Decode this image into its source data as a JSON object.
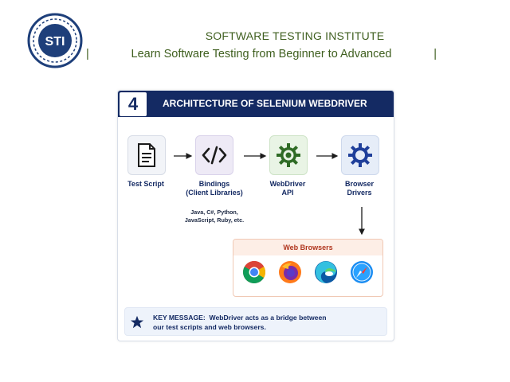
{
  "header": {
    "logo_text": "STI",
    "title": "SOFTWARE TESTING INSTITUTE",
    "tagline": "Learn Software Testing from Beginner to Advanced",
    "separator_left": "|",
    "separator_right": "|"
  },
  "slide": {
    "step_number": "4",
    "title": "ARCHITECTURE OF SELENIUM WEBDRIVER",
    "nodes": [
      {
        "label": "Test Script",
        "icon": "document-icon"
      },
      {
        "label_line1": "Bindings",
        "label_line2": "(Client Libraries)",
        "icon": "code-icon",
        "sub_line1": "Java, C#, Python,",
        "sub_line2": "JavaScript, Ruby, etc."
      },
      {
        "label_line1": "WebDriver",
        "label_line2": "API",
        "icon": "gear-icon"
      },
      {
        "label_line1": "Browser",
        "label_line2": "Drivers",
        "icon": "gear-icon"
      }
    ],
    "browsers": {
      "title": "Web Browsers",
      "items": [
        "chrome-icon",
        "firefox-icon",
        "edge-icon",
        "safari-icon"
      ]
    },
    "key_message": {
      "label": "KEY MESSAGE:",
      "line1": "WebDriver acts as a bridge between",
      "line2": "our test scripts and web browsers."
    }
  },
  "colors": {
    "navy": "#142a63",
    "olive_text": "#3f5f1f",
    "green_gear": "#2f6b25",
    "blue_gear": "#1f3f9a",
    "browsers_accent": "#b0351e"
  }
}
